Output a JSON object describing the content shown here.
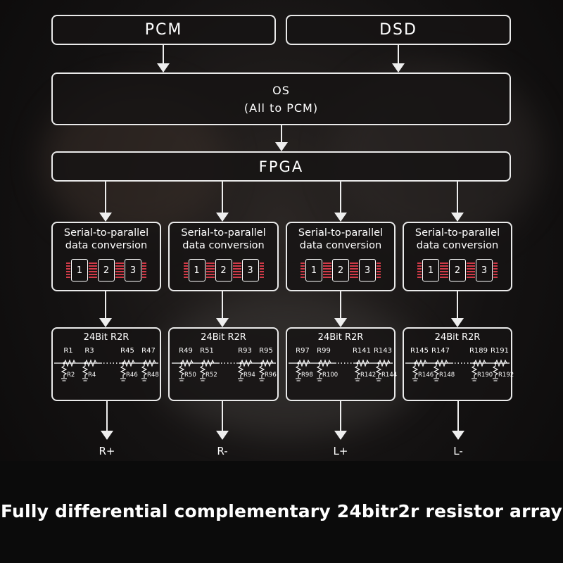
{
  "inputs": {
    "pcm": "PCM",
    "dsd": "DSD"
  },
  "os": {
    "line1": "OS",
    "line2": "(All to PCM)"
  },
  "fpga": "FPGA",
  "converters": [
    {
      "line1": "Serial-to-parallel",
      "line2": "data conversion",
      "chips": [
        "1",
        "2",
        "3"
      ]
    },
    {
      "line1": "Serial-to-parallel",
      "line2": "data conversion",
      "chips": [
        "1",
        "2",
        "3"
      ]
    },
    {
      "line1": "Serial-to-parallel",
      "line2": "data conversion",
      "chips": [
        "1",
        "2",
        "3"
      ]
    },
    {
      "line1": "Serial-to-parallel",
      "line2": "data conversion",
      "chips": [
        "1",
        "2",
        "3"
      ]
    }
  ],
  "r2r": [
    {
      "title": "24Bit R2R",
      "top": [
        "R1",
        "R3",
        "R45",
        "R47"
      ],
      "bottom": [
        "R2",
        "R4",
        "R46",
        "R48"
      ],
      "output": "R+"
    },
    {
      "title": "24Bit R2R",
      "top": [
        "R49",
        "R51",
        "R93",
        "R95"
      ],
      "bottom": [
        "R50",
        "R52",
        "R94",
        "R96"
      ],
      "output": "R-"
    },
    {
      "title": "24Bit R2R",
      "top": [
        "R97",
        "R99",
        "R141",
        "R143"
      ],
      "bottom": [
        "R98",
        "R100",
        "R142",
        "R144"
      ],
      "output": "L+"
    },
    {
      "title": "24Bit R2R",
      "top": [
        "R145",
        "R147",
        "R189",
        "R191"
      ],
      "bottom": [
        "R146",
        "R148",
        "R190",
        "R192"
      ],
      "output": "L-"
    }
  ],
  "caption": "Fully differential complementary 24bitr2r resistor array"
}
